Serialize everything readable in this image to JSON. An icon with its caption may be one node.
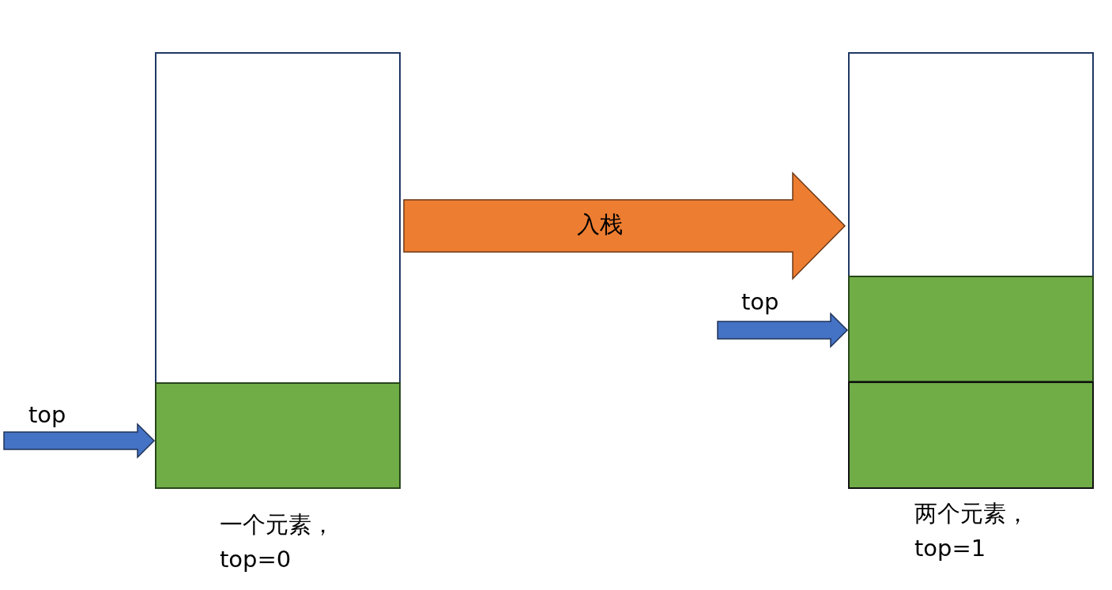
{
  "diagram": {
    "nodes": [
      {
        "text": [],
        "shape": "box",
        "beside": [
          "一个元素，top=0"
        ]
      },
      {
        "text": [],
        "shape": "box",
        "in": 0
      },
      {
        "text": [],
        "shape": "box",
        "beside": [
          "两个元素，top=1"
        ]
      },
      {
        "text": [],
        "shape": "box",
        "in": 2
      },
      {
        "text": [],
        "shape": "box",
        "in": 2
      }
    ],
    "edges": [
      {
        "from": null,
        "to": 1,
        "arrow": "to",
        "label": "top"
      },
      {
        "from": 0,
        "to": 2,
        "arrow": "to",
        "label": "入栈",
        "style": "thick",
        "color": "#ed7d31"
      },
      {
        "from": null,
        "to": 3,
        "arrow": "to",
        "label": "top"
      }
    ]
  }
}
